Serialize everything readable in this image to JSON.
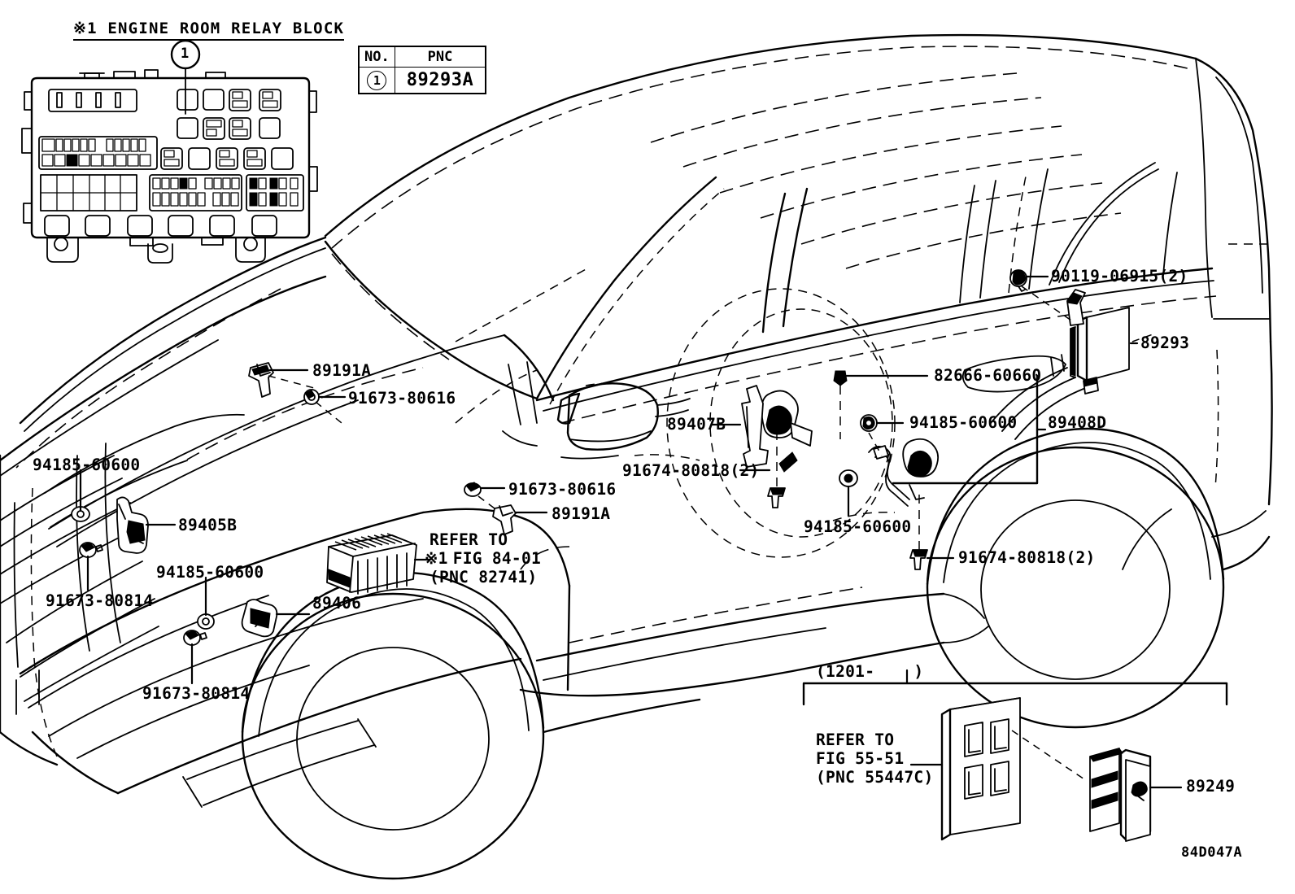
{
  "diagram": {
    "figure_code": "84D047A",
    "relay_block_title": "※1 ENGINE ROOM RELAY BLOCK",
    "callout_number": "1"
  },
  "pnc_table": {
    "header_no": "NO.",
    "header_pnc": "PNC",
    "rows": [
      {
        "no": "1",
        "pnc": "89293A"
      }
    ]
  },
  "labels": {
    "l_89191a_top": "89191A",
    "l_91673_80616_top": "91673-80616",
    "l_94185_60600_left": "94185-60600",
    "l_89405b": "89405B",
    "l_91673_80814_upper": "91673-80814",
    "l_94185_60600_left2": "94185-60600",
    "l_91673_80814_lower": "91673-80814",
    "l_89406": "89406",
    "l_91673_80616_mid": "91673-80616",
    "l_89191a_mid": "89191A",
    "l_refer_84_01_line1": "REFER TO",
    "l_refer_84_01_line2": "FIG 84-01",
    "l_refer_84_01_line3": "(PNC 82741)",
    "l_refer_84_01_mark": "※1",
    "l_89407b": "89407B",
    "l_91674_80818_mid": "91674-80818(2)",
    "l_94185_60600_center": "94185-60600",
    "l_82666_60660": "82666-60660",
    "l_94185_60600_right": "94185-60600",
    "l_89408d": "89408D",
    "l_91674_80818_right": "91674-80818(2)",
    "l_90119_06915": "90119-06915(2)",
    "l_89293": "89293",
    "l_date_range": "(1201-    )",
    "l_refer_55_51_line1": "REFER TO",
    "l_refer_55_51_line2": "FIG 55-51",
    "l_refer_55_51_line3": "(PNC 55447C)",
    "l_89249": "89249"
  },
  "colors": {
    "line": "#000000",
    "background": "#ffffff"
  }
}
